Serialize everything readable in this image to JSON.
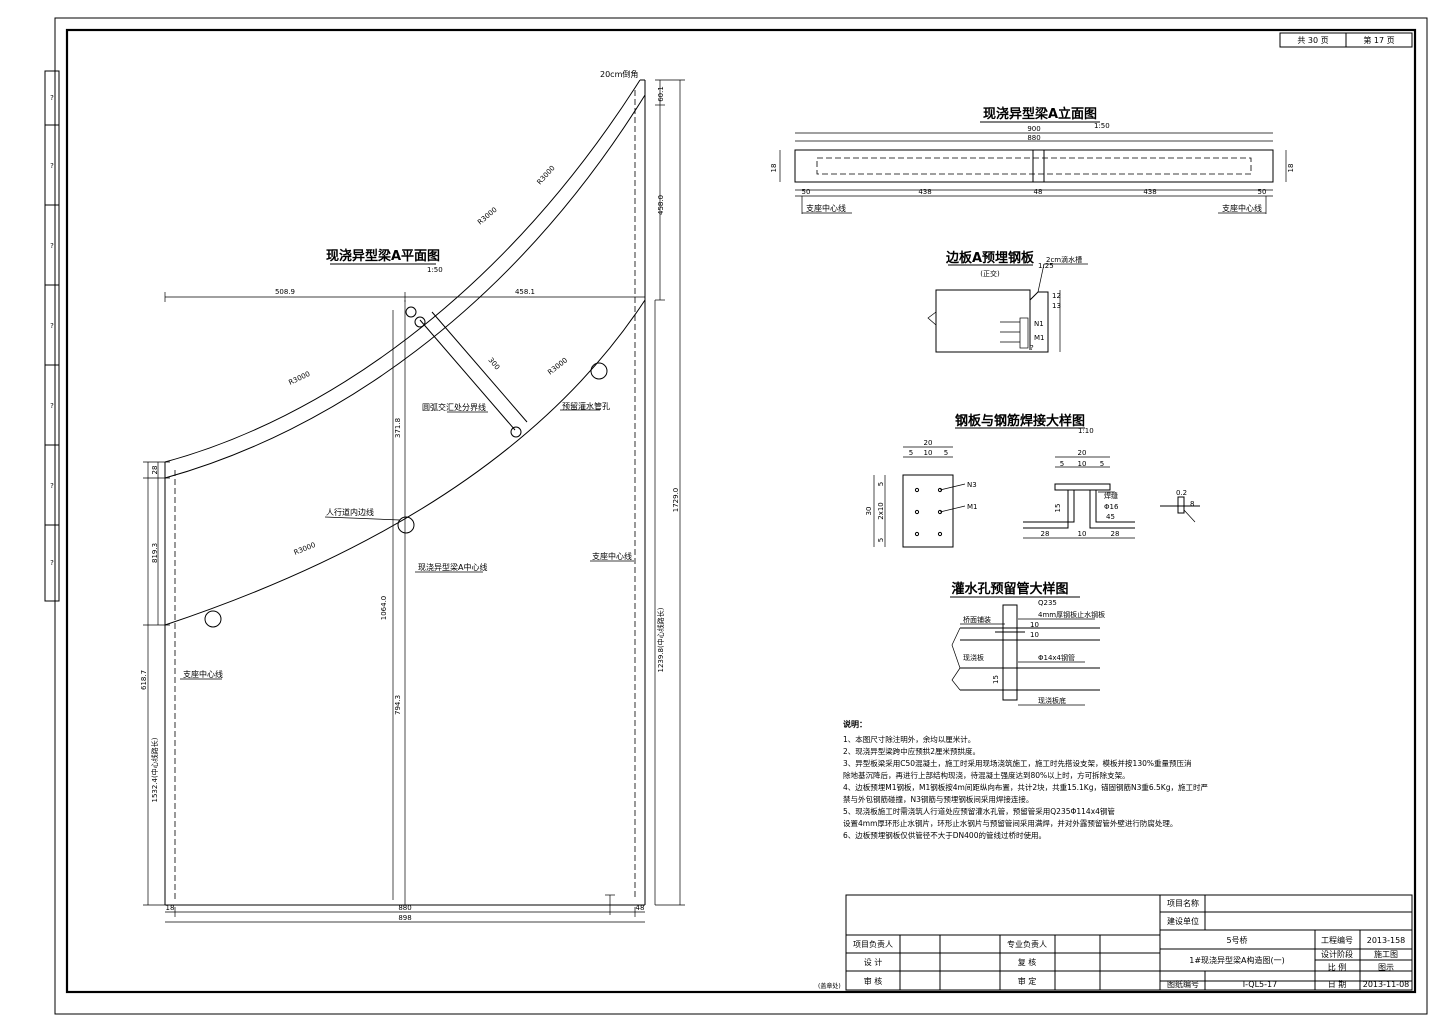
{
  "sheet": {
    "total_pages_label": "共 30 页",
    "page_no_label": "第 17 页"
  },
  "side_strip": [
    "?",
    "?",
    "?",
    "?",
    "?",
    "?",
    "?"
  ],
  "plan": {
    "title": "现浇异型梁A平面图",
    "scale": "1:50",
    "labels": {
      "top_corner": "20cm倒角",
      "circle_center": "圆弧交汇处分界线",
      "pipe": "预留灌水管孔",
      "ped": "人行道内边线",
      "beam_center": "现浇异型梁A中心线",
      "support_right": "支座中心线",
      "support_left": "支座中心线"
    },
    "dims": {
      "top_left": "508.9",
      "top_right": "458.1",
      "right_a": "60.1",
      "right_b": "458.0",
      "right_c": "1729.0",
      "right_d": "1239.8(中心线路长)",
      "mid_a": "371.8",
      "mid_b": "1064.0",
      "mid_c": "794.3",
      "left_a": "28",
      "left_b": "819.3",
      "left_c": "618.7",
      "left_d": "1532.4(中心线路长)",
      "diag": "300",
      "bot_a": "18",
      "bot_b": "880",
      "bot_c": "898",
      "bot_d": "48",
      "arc_r1": "R3000",
      "arc_r2": "R3000",
      "arc_r3": "R3000",
      "arc_r4": "R3000",
      "arc_r5": "R3000"
    }
  },
  "elevation": {
    "title": "现浇异型梁A立面图",
    "scale": "1:50",
    "dims": [
      "900",
      "880",
      "50",
      "438",
      "48",
      "438",
      "50",
      "18",
      "18"
    ],
    "label_left": "支座中心线",
    "label_right": "支座中心线"
  },
  "embed": {
    "title": "边板A预埋钢板",
    "subtitle": "(正交)",
    "scale": "1:25",
    "label": "2cm滴水槽",
    "dims": [
      "12",
      "13",
      "N1",
      "M1",
      "?"
    ]
  },
  "weld": {
    "title": "钢板与钢筋焊接大样图",
    "scale": "1:10",
    "plate_dims": [
      "20",
      "5",
      "10",
      "5",
      "30",
      "5",
      "2x10",
      "5"
    ],
    "plate_labels": [
      "N3",
      "M1"
    ],
    "bar_dims": [
      "20",
      "5",
      "10",
      "5",
      "15",
      "28",
      "10",
      "28"
    ],
    "bar_labels": [
      "焊缝",
      "Φ16",
      "45"
    ],
    "small_dims": [
      "0.2",
      "8"
    ]
  },
  "pipe": {
    "title": "灌水孔预留管大样图",
    "labels": [
      "桥面铺装",
      "现浇板",
      "Q235",
      "4mm厚钢板止水钢板",
      "Φ14x4钢管",
      "现浇板底"
    ],
    "dims": [
      "10",
      "10",
      "15"
    ]
  },
  "notes": {
    "heading": "说明：",
    "lines": [
      "1、本图尺寸除注明外，余均以厘米计。",
      "2、现浇异型梁跨中应预拱2厘米预拱度。",
      "3、异型板梁采用C50混凝土，施工时采用现场浇筑施工，施工时先搭设支架，模板并按130%重量预压消",
      "除地基沉降后，再进行上部结构现浇，待混凝土强度达到80%以上时，方可拆除支架。",
      "4、边板预埋M1钢板，M1钢板按4m间距纵向布置，共计2块，共重15.1Kg，锚固钢筋N3重6.5Kg，施工时严",
      "禁与外包钢筋碰撞，N3钢筋与预埋钢板间采用焊接连接。",
      "5、现浇板施工时需浇筑人行道处应预留灌水孔管，预留管采用Q235Φ114x4钢管",
      "设置4mm厚环形止水钢片，环形止水钢片与预留管间采用满焊，并对外露预留管外壁进行防腐处理。",
      "6、边板预埋钢板仅供管径不大于DN400的管线过桥时使用。"
    ]
  },
  "titleblock": {
    "project_name_label": "项目名称",
    "project_name": "",
    "design_unit_label": "建设单位",
    "design_unit": "",
    "leader_label": "项目负责人",
    "specialty_label": "专业负责人",
    "design_label": "设  计",
    "check_label": "复  核",
    "review_label": "审  核",
    "approve_label": "审  定",
    "bridge_name": "5号桥",
    "drawing_title": "1#现浇异型梁A构造图(一)",
    "eng_no_label": "工程编号",
    "eng_no": "2013-158",
    "stage_label": "设计阶段",
    "stage": "施工图",
    "scale_label": "比  例",
    "scale": "图示",
    "drawing_no_label": "图纸编号",
    "drawing_no": "Ⅰ-QL5-17",
    "date_label": "日  期",
    "date": "2013-11-08",
    "stamp": "(盖章处)"
  }
}
